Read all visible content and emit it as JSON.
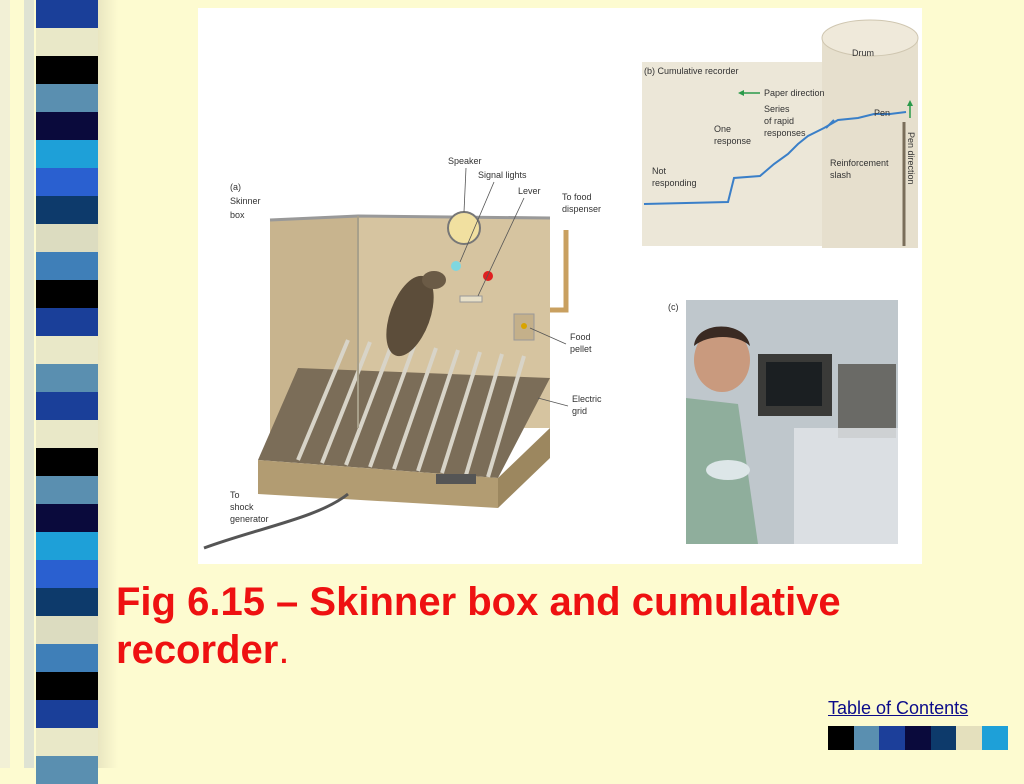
{
  "slide": {
    "caption_main": "Fig 6.15 – Skinner box and cumulative recorder",
    "caption_end": ".",
    "toc_link": "Table of Contents"
  },
  "figure": {
    "panel_a": {
      "title_lines": [
        "(a)",
        "Skinner",
        "box"
      ],
      "labels": {
        "speaker": "Speaker",
        "signal_lights": "Signal lights",
        "lever": "Lever",
        "food_dispenser": [
          "To food",
          "dispenser"
        ],
        "food_pellet": [
          "Food",
          "pellet"
        ],
        "electric_grid": [
          "Electric",
          "grid"
        ],
        "shock_generator": [
          "To",
          "shock",
          "generator"
        ]
      }
    },
    "panel_b": {
      "title": "(b) Cumulative recorder",
      "drum": "Drum",
      "paper_direction": "Paper direction",
      "pen": "Pen",
      "pen_direction": "Pen direction",
      "one_response": [
        "One",
        "response"
      ],
      "rapid": [
        "Series",
        "of rapid",
        "responses"
      ],
      "not_responding": [
        "Not",
        "responding"
      ],
      "reinforcement": [
        "Reinforcement",
        "slash"
      ]
    },
    "panel_c": {
      "title": "(c)"
    }
  },
  "colors": {
    "background": "#fdfbd0",
    "caption": "#ee1111",
    "link": "#0b0b8a",
    "toc_blocks": [
      "#000000",
      "#5a8fb0",
      "#1c3f9a",
      "#0a0a3c",
      "#0d3a6b",
      "#e4e0bd",
      "#1ea0d8"
    ],
    "strip": [
      "#1a3f99",
      "#e9e8c8",
      "#000000",
      "#5a8fb0",
      "#0a0a3c",
      "#1ea0d8",
      "#2a60d0",
      "#0d3a6b",
      "#dcdcc0",
      "#3f7fb8",
      "#000000",
      "#1a3f99",
      "#e9e8c8",
      "#5a8fb0"
    ]
  }
}
